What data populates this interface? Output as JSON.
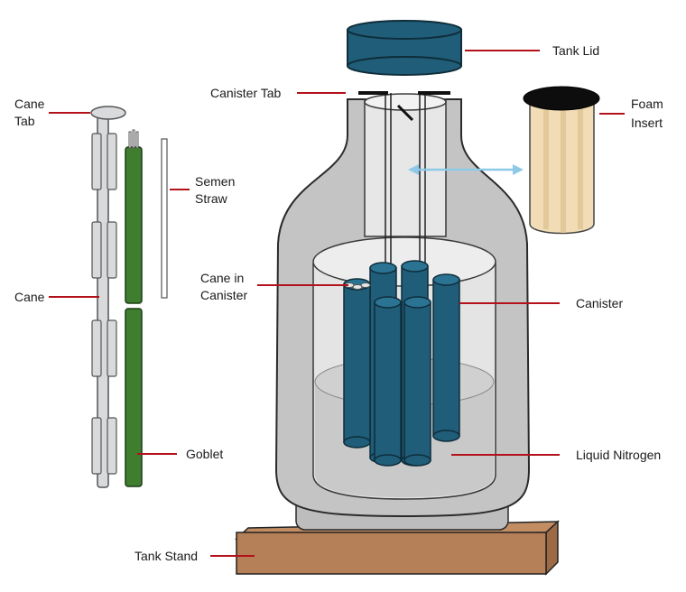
{
  "labels": {
    "tank_lid": "Tank Lid",
    "canister_tab": "Canister Tab",
    "foam_insert": [
      "Foam",
      "Insert"
    ],
    "cane_tab": [
      "Cane",
      "Tab"
    ],
    "semen_straw": [
      "Semen",
      "Straw"
    ],
    "cane": "Cane",
    "cane_in_canister": [
      "Cane in",
      "Canister"
    ],
    "canister": "Canister",
    "goblet": "Goblet",
    "liquid_nitrogen": "Liquid Nitrogen",
    "tank_stand": "Tank Stand"
  },
  "colors": {
    "leader_line": "#b3121b",
    "tank_gray": "#c4c4c4",
    "canister_blue": "#1f5d78",
    "goblet_green": "#3f7e2f",
    "stand_brown": "#b57f57",
    "foam_tan": "#f1dcb6",
    "arrow_blue": "#8ec9e8",
    "cane_gray": "#d9dadb"
  },
  "icons": {
    "swap_arrow": "double-headed-arrow"
  }
}
